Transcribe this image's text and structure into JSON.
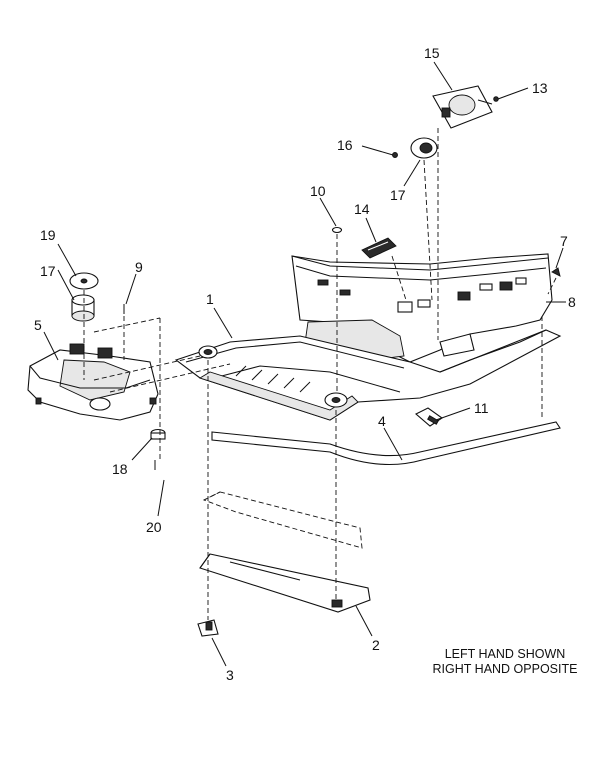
{
  "callouts": [
    {
      "id": "c1",
      "label": "1"
    },
    {
      "id": "c2",
      "label": "2"
    },
    {
      "id": "c3",
      "label": "3"
    },
    {
      "id": "c4",
      "label": "4"
    },
    {
      "id": "c5",
      "label": "5"
    },
    {
      "id": "c7",
      "label": "7"
    },
    {
      "id": "c8",
      "label": "8"
    },
    {
      "id": "c9",
      "label": "9"
    },
    {
      "id": "c10",
      "label": "10"
    },
    {
      "id": "c11",
      "label": "11"
    },
    {
      "id": "c13",
      "label": "13"
    },
    {
      "id": "c14",
      "label": "14"
    },
    {
      "id": "c15",
      "label": "15"
    },
    {
      "id": "c16",
      "label": "16"
    },
    {
      "id": "c17a",
      "label": "17"
    },
    {
      "id": "c17b",
      "label": "17"
    },
    {
      "id": "c18",
      "label": "18"
    },
    {
      "id": "c19",
      "label": "19"
    },
    {
      "id": "c20",
      "label": "20"
    }
  ],
  "note": {
    "line1": "LEFT HAND SHOWN",
    "line2": "RIGHT HAND OPPOSITE"
  }
}
